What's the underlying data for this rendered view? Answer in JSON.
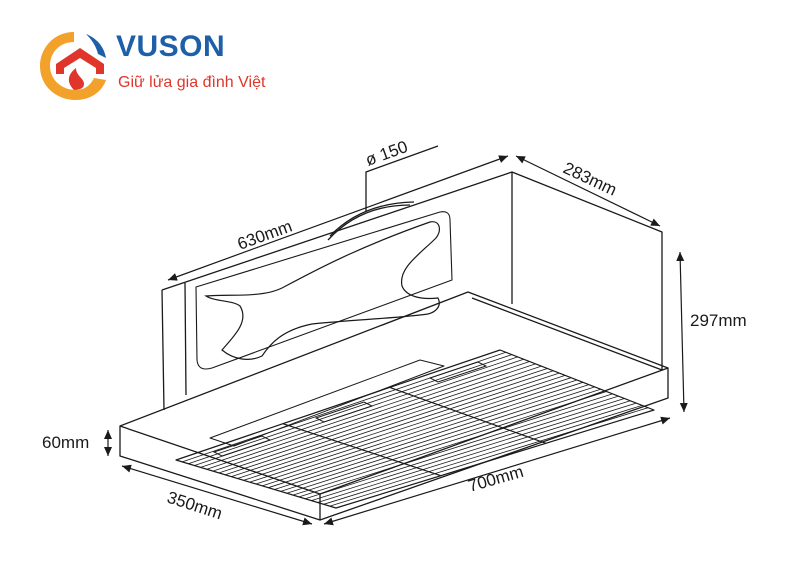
{
  "logo": {
    "brand": "VUSON",
    "tagline": "Giữ lửa gia đình Việt",
    "icon": "flame-house-icon",
    "colors": {
      "blue": "#1d5fa8",
      "red": "#e0352a",
      "orange": "#f2a12b"
    }
  },
  "dimensions": {
    "duct": "ø 150",
    "back_width": "630mm",
    "back_depth": "283mm",
    "height": "297mm",
    "front_height": "60mm",
    "depth": "350mm",
    "width": "700mm"
  },
  "line_color": "#1a1a1a"
}
